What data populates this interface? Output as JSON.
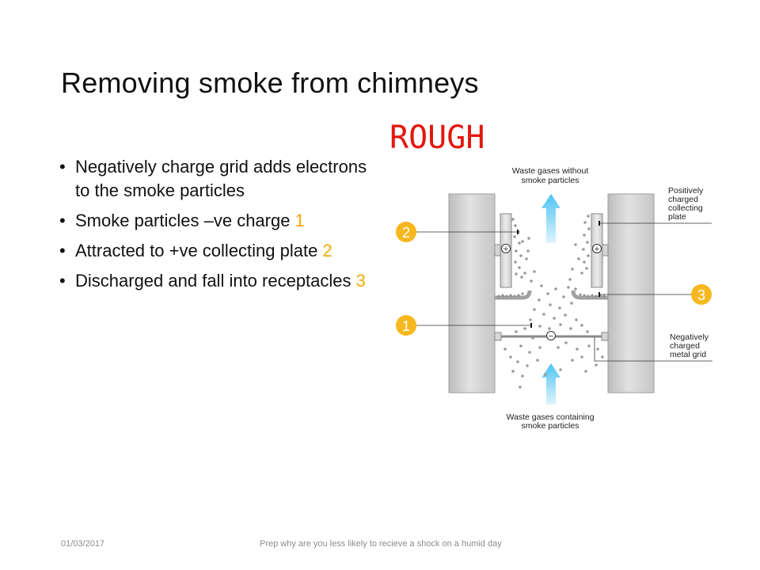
{
  "slide": {
    "title": "Removing smoke from chimneys",
    "stamp": "ROUGH",
    "bullets": [
      {
        "text": "Negatively charge grid adds electrons to the smoke particles",
        "num": ""
      },
      {
        "text": "Smoke particles –ve charge ",
        "num": "1"
      },
      {
        "text": "Attracted to +ve collecting plate ",
        "num": "2"
      },
      {
        "text": "Discharged and fall into receptacles ",
        "num": "3"
      }
    ],
    "footer": {
      "date": "01/03/2017",
      "note": "Prep why are you less likely to recieve a shock on a humid day"
    }
  },
  "diagram": {
    "top_label_1": "Waste gases without",
    "top_label_2": "smoke particles",
    "bottom_label_1": "Waste gases containing",
    "bottom_label_2": "smoke particles",
    "plate_label_1": "Positively",
    "plate_label_2": "charged",
    "plate_label_3": "collecting",
    "plate_label_4": "plate",
    "grid_label_1": "Negatively",
    "grid_label_2": "charged",
    "grid_label_3": "metal grid",
    "marker_1": "1",
    "marker_2": "2",
    "marker_3": "3",
    "plus_sign": "+",
    "minus_sign": "−"
  },
  "colors": {
    "stamp": "#e3170d",
    "accent_number": "#f0a800",
    "marker_fill": "#f7b81f",
    "arrow": "#5bc8f5",
    "wall": "#d4d4d4",
    "particle": "#9a9a9a"
  }
}
